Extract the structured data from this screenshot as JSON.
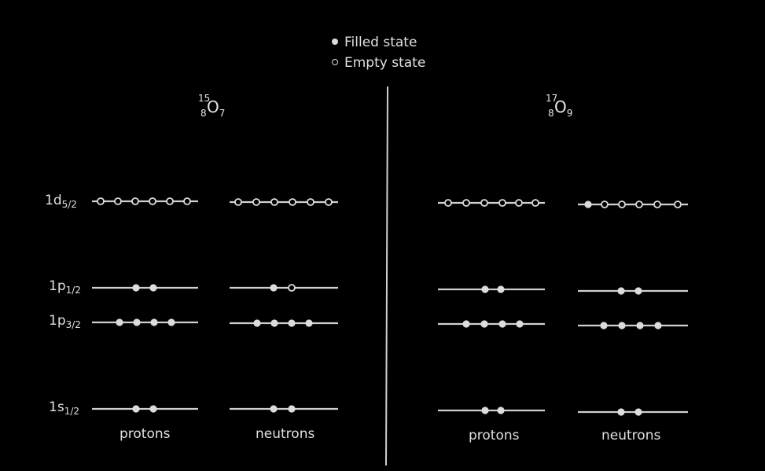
{
  "legend": {
    "filled": "Filled state",
    "empty": "Empty state"
  },
  "nuclei": [
    {
      "mass": "15",
      "atomic": "8",
      "symbol": "O",
      "neutron_number": "7"
    },
    {
      "mass": "17",
      "atomic": "8",
      "symbol": "O",
      "neutron_number": "9"
    }
  ],
  "levels": [
    {
      "base": "1d",
      "sub": "5/2"
    },
    {
      "base": "1p",
      "sub": "1/2"
    },
    {
      "base": "1p",
      "sub": "3/2"
    },
    {
      "base": "1s",
      "sub": "1/2"
    }
  ],
  "column_labels": {
    "protons": "protons",
    "neutrons": "neutrons"
  },
  "occupancy": {
    "O15_protons": {
      "1d5/2": [
        0,
        0,
        0,
        0,
        0,
        0
      ],
      "1p1/2": [
        1,
        1
      ],
      "1p3/2": [
        1,
        1,
        1,
        1
      ],
      "1s1/2": [
        1,
        1
      ]
    },
    "O15_neutrons": {
      "1d5/2": [
        0,
        0,
        0,
        0,
        0,
        0
      ],
      "1p1/2": [
        1,
        0
      ],
      "1p3/2": [
        1,
        1,
        1,
        1
      ],
      "1s1/2": [
        1,
        1
      ]
    },
    "O17_protons": {
      "1d5/2": [
        0,
        0,
        0,
        0,
        0,
        0
      ],
      "1p1/2": [
        1,
        1
      ],
      "1p3/2": [
        1,
        1,
        1,
        1
      ],
      "1s1/2": [
        1,
        1
      ]
    },
    "O17_neutrons": {
      "1d5/2": [
        1,
        0,
        0,
        0,
        0,
        0
      ],
      "1p1/2": [
        1,
        1
      ],
      "1p3/2": [
        1,
        1,
        1,
        1
      ],
      "1s1/2": [
        1,
        1
      ]
    }
  },
  "colors": {
    "background": "#000000",
    "line": "#d0d0d0",
    "dot": "#dcdcdc"
  }
}
